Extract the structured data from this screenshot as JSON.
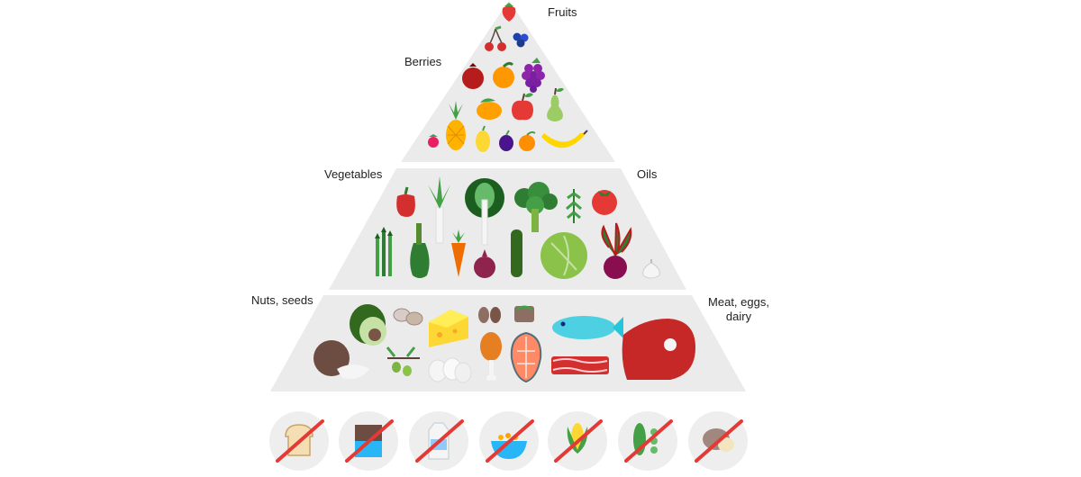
{
  "pyramid": {
    "tiers": {
      "top": {
        "labels": {
          "fruits": "Fruits",
          "berries": "Berries"
        }
      },
      "middle": {
        "labels": {
          "vegetables": "Vegetables",
          "oils": "Oils"
        }
      },
      "bottom": {
        "labels": {
          "nuts_seeds": "Nuts, seeds",
          "meat_eggs_dairy": "Meat, eggs,\ndairy"
        }
      }
    },
    "colors": {
      "tier_fill": "#ebebeb",
      "prohibited_red": "#e53935",
      "circle_fill": "#eeeeee"
    }
  },
  "top_tier_icons": [
    "strawberry-icon",
    "cherries-icon",
    "blueberries-icon",
    "pomegranate-icon",
    "orange-icon",
    "grapes-icon",
    "pineapple-icon",
    "mango-icon",
    "red-apple-icon",
    "pear-icon",
    "raspberry-icon",
    "lemon-icon",
    "plum-icon",
    "apricot-icon",
    "banana-icon"
  ],
  "middle_tier_icons": [
    "red-pepper-icon",
    "leek-icon",
    "chard-icon",
    "broccoli-icon",
    "herb-icon",
    "tomato-icon",
    "asparagus-icon",
    "zucchini-icon",
    "carrot-icon",
    "onion-icon",
    "cucumber-icon",
    "cabbage-icon",
    "beet-icon",
    "garlic-icon"
  ],
  "bottom_tier_icons": [
    "avocado-icon",
    "nuts-icon",
    "cheese-icon",
    "almonds-icon",
    "walnut-icon",
    "fish-icon",
    "coconut-icon",
    "olives-icon",
    "eggs-icon",
    "chicken-leg-icon",
    "salmon-steak-icon",
    "bacon-icon",
    "steak-icon"
  ],
  "excluded_foods": [
    "bread-icon",
    "chocolate-icon",
    "milk-icon",
    "cereal-bowl-icon",
    "corn-icon",
    "peas-icon",
    "potato-icon"
  ]
}
